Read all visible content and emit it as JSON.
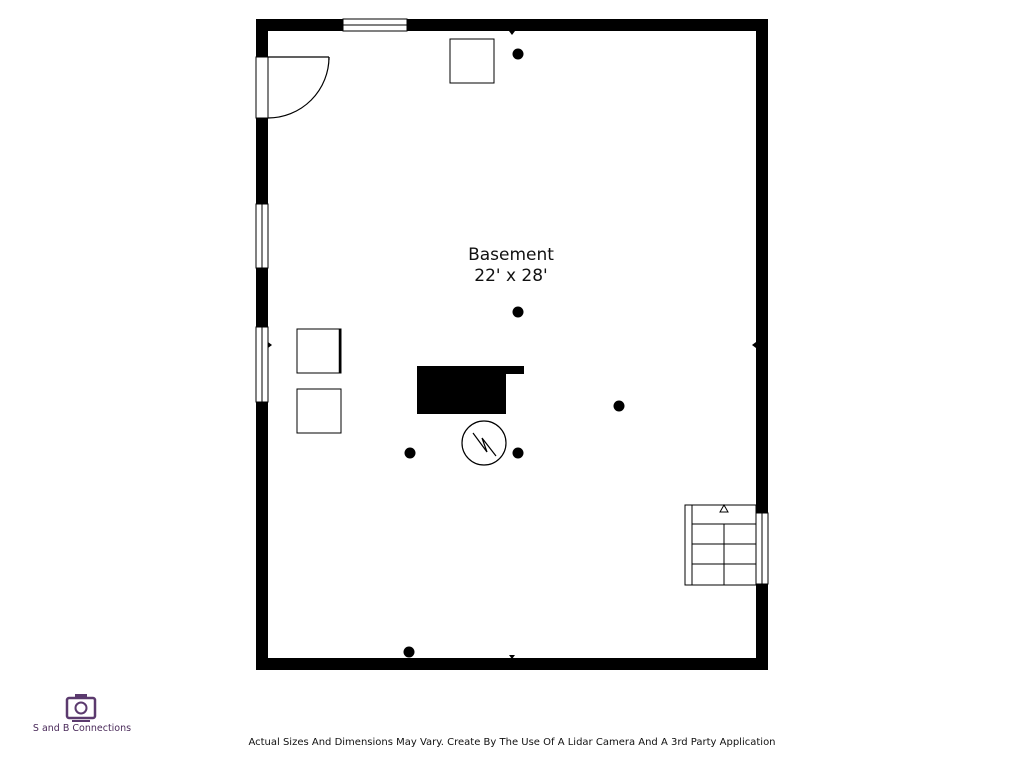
{
  "room": {
    "name": "Basement",
    "dimensions": "22' x 28'"
  },
  "brand": {
    "name": "S and B Connections",
    "accent_color": "#5b3a6e",
    "logo_icon": "camera-icon"
  },
  "footer": {
    "disclaimer": "Actual Sizes And Dimensions May Vary. Create By The Use Of A Lidar Camera And A 3rd Party Application"
  },
  "colors": {
    "wall": "#000000",
    "background": "#ffffff"
  },
  "icons": {
    "water_heater": "water-heater-icon",
    "stairs": "stairs-icon",
    "door": "door-icon"
  }
}
